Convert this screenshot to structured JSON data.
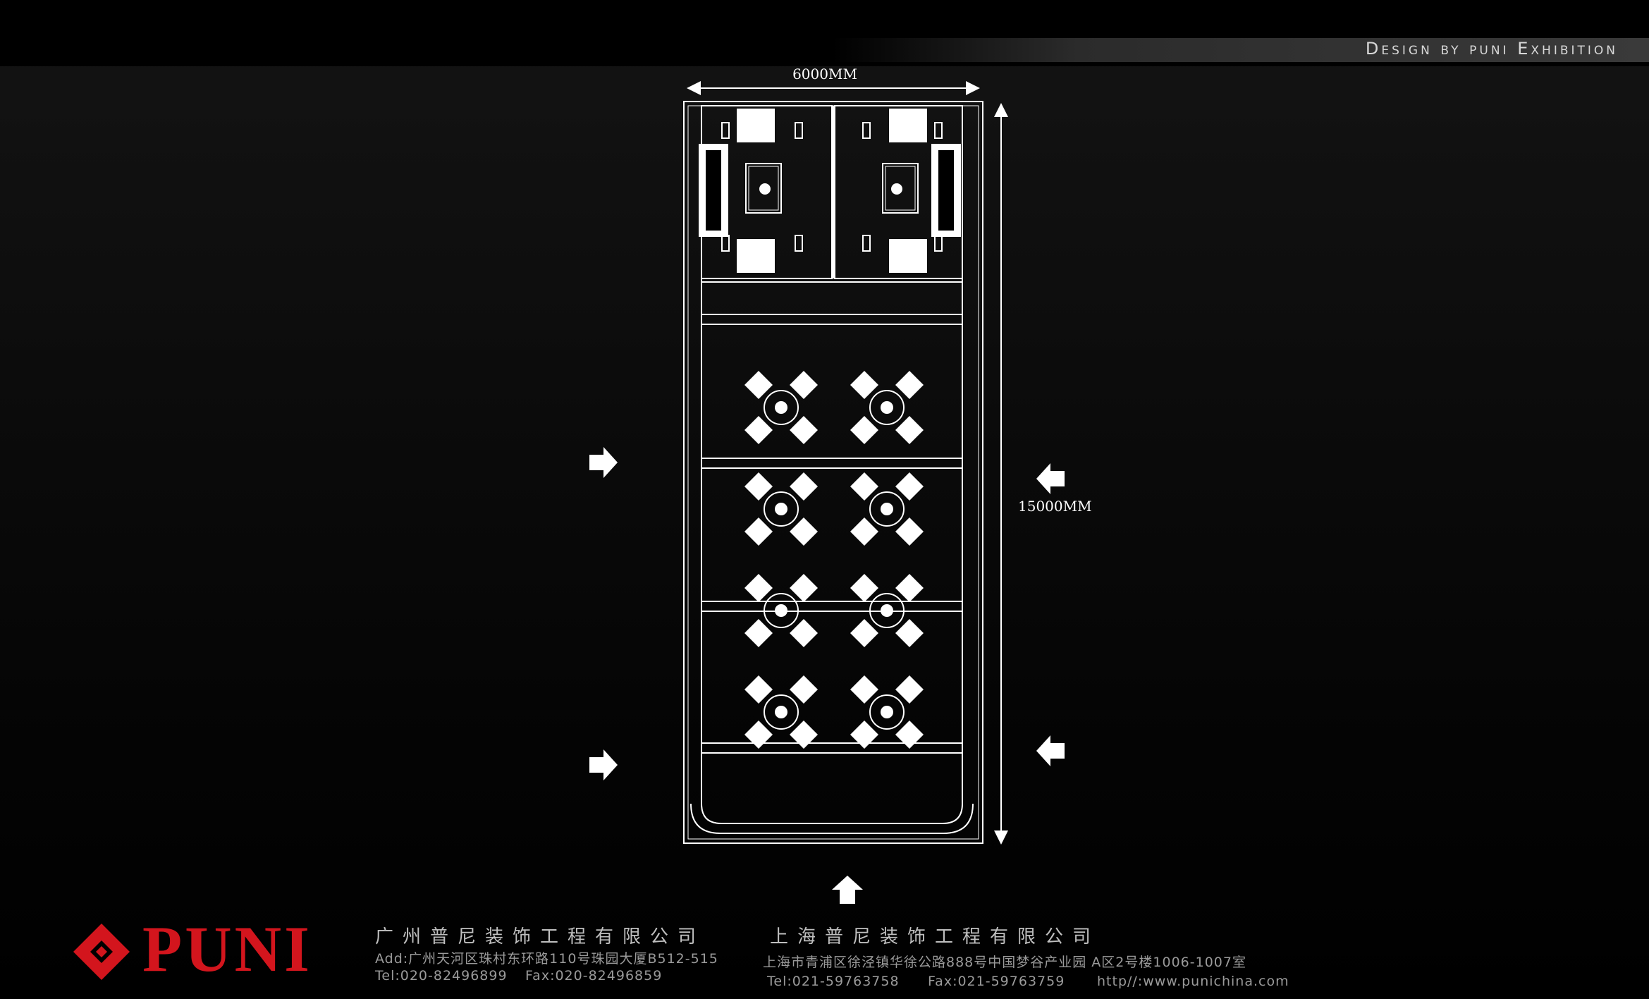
{
  "header": {
    "credit": "Design by puni Exhibition"
  },
  "dimensions": {
    "width_label": "6000MM",
    "depth_label": "15000MM"
  },
  "plan": {
    "meeting_rooms": 2,
    "table_groups": 8,
    "entrance_arrows": 5
  },
  "colors": {
    "background": "#000000",
    "lines": "#ffffff",
    "brand": "#d3151d"
  },
  "footer": {
    "brand": "PUNI",
    "guangzhou": {
      "name": "广州普尼装饰工程有限公司",
      "address": "Add:广州天河区珠村东环路110号珠园大厦B512-515",
      "tel": "Tel:020-82496899",
      "fax": "Fax:020-82496859"
    },
    "shanghai": {
      "name": "上海普尼装饰工程有限公司",
      "address": "上海市青浦区徐泾镇华徐公路888号中国梦谷产业园 A区2号楼1006-1007室",
      "tel": "Tel:021-59763758",
      "fax": "Fax:021-59763759",
      "web": "http//:www.punichina.com"
    }
  }
}
